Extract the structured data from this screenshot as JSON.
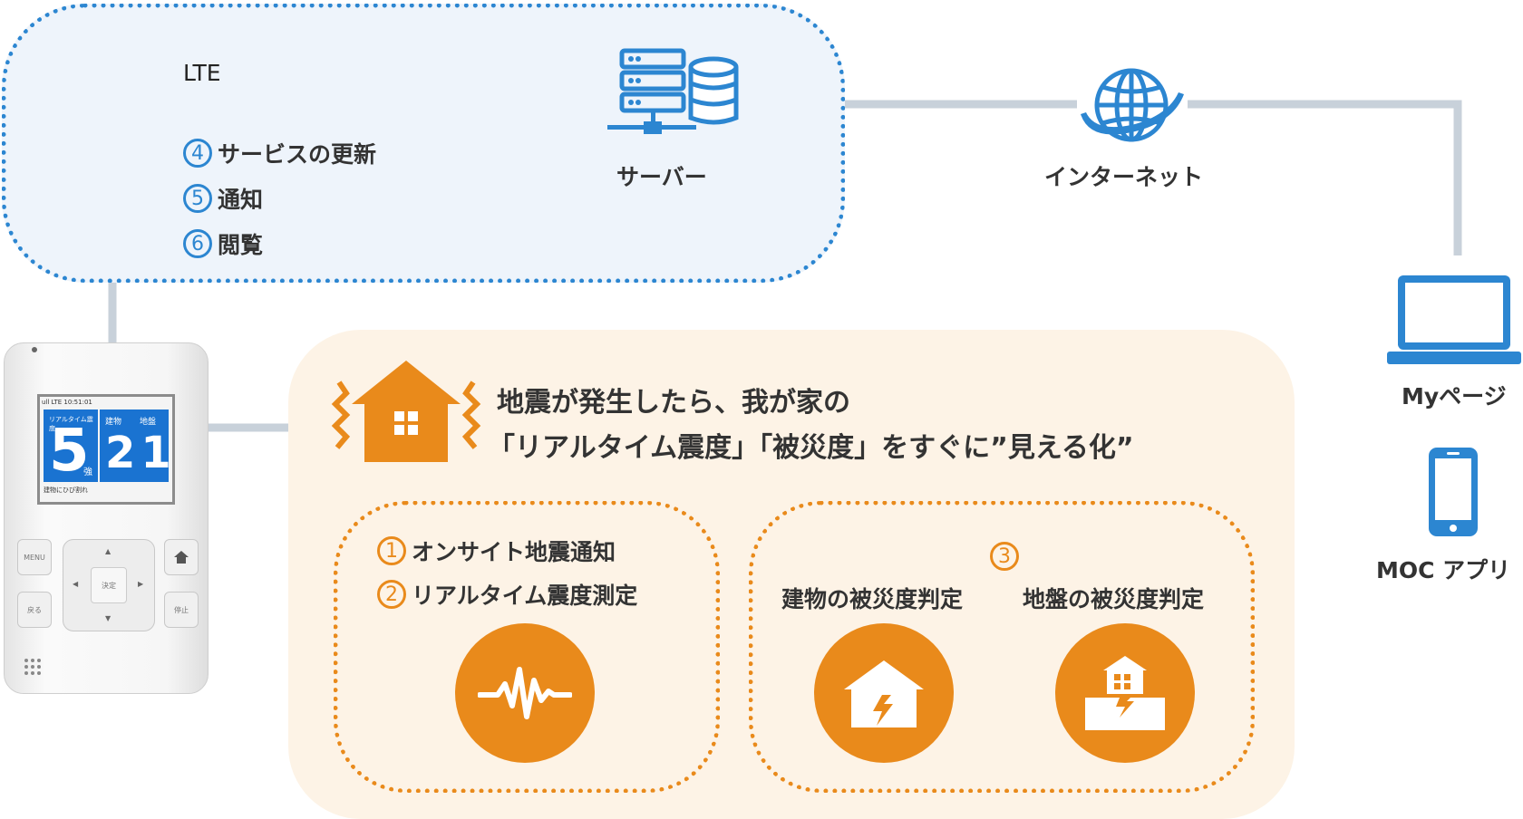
{
  "colors": {
    "blue": "#2c86d1",
    "orange": "#e98a1b",
    "line_gray": "#c8d1da",
    "cloud_bg": "#eef4fb",
    "panel_bg": "#fdf3e6"
  },
  "network": {
    "lte_label": "LTE",
    "steps": [
      {
        "num": "4",
        "label": "サービスの更新"
      },
      {
        "num": "5",
        "label": "通知"
      },
      {
        "num": "6",
        "label": "閲覧"
      }
    ],
    "server_label": "サーバー",
    "internet_label": "インターネット"
  },
  "clients": {
    "mypage_label": "Myページ",
    "app_label": "MOC アプリ"
  },
  "headline": {
    "line1": "地震が発生したら、我が家の",
    "line2": "「リアルタイム震度」「被災度」をすぐに”見える化”"
  },
  "onsite": {
    "steps": [
      {
        "num": "1",
        "label": "オンサイト地震通知"
      },
      {
        "num": "2",
        "label": "リアルタイム震度測定"
      }
    ]
  },
  "damage": {
    "num": "3",
    "building_label": "建物の被災度判定",
    "ground_label": "地盤の被災度判定"
  },
  "device": {
    "topbar": "ull LTE   10:51:01",
    "shindo_title": "リアルタイム震度",
    "shindo_value": "5",
    "shindo_suffix": "強",
    "building_title": "建物",
    "ground_title": "地盤",
    "damage_value": "21",
    "footer": "建物にひび割れ",
    "menu_label": "MENU",
    "ok_label": "決定",
    "back_label": "戻る",
    "stop_label": "停止"
  },
  "icons": {
    "server": "server-database-icon",
    "internet": "globe-icon",
    "laptop": "laptop-icon",
    "phone": "smartphone-icon",
    "house": "house-icon",
    "wave": "seismic-wave-icon",
    "building_damage": "building-damage-icon",
    "ground_damage": "ground-damage-icon"
  }
}
